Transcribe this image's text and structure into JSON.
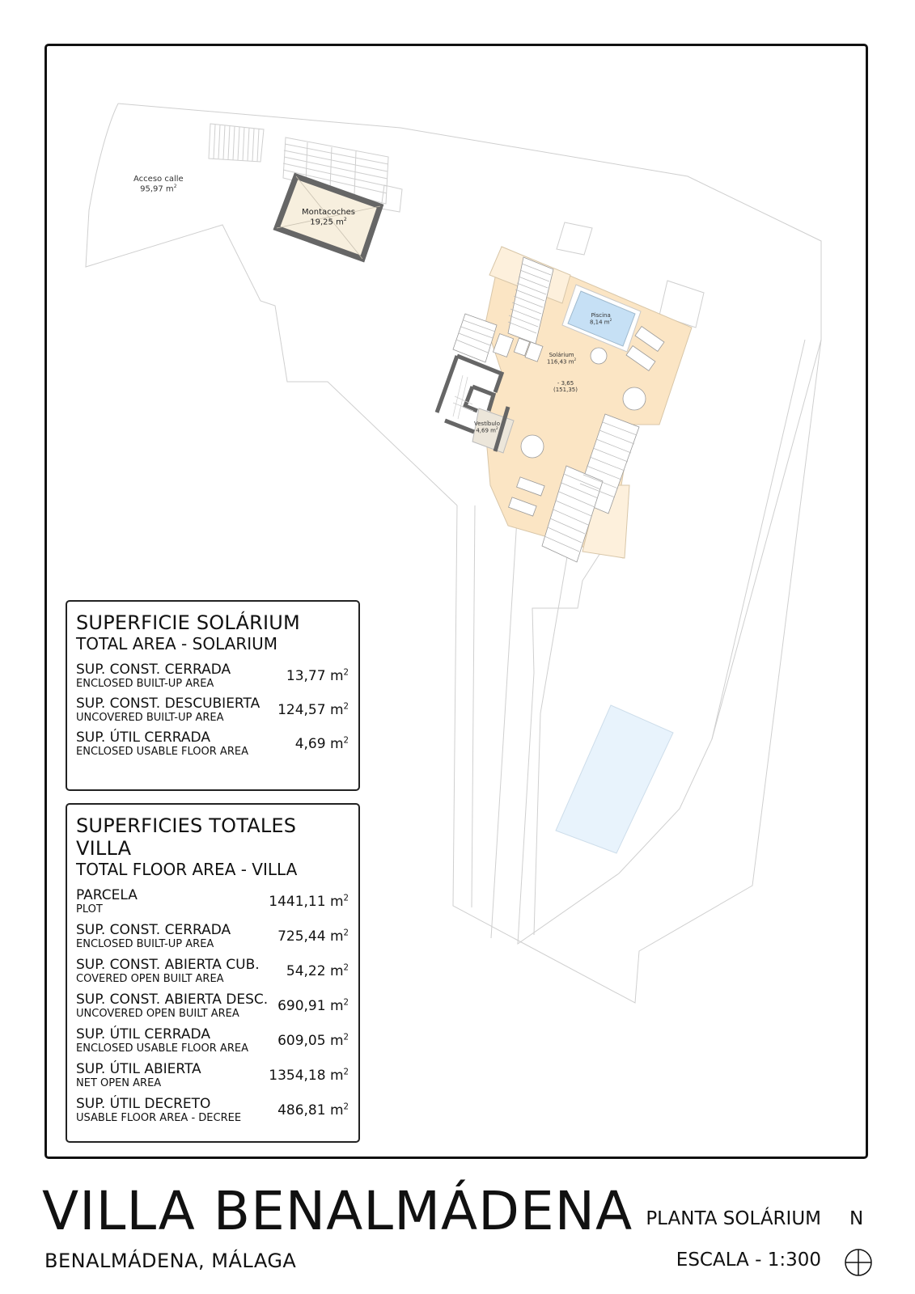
{
  "drawing": {
    "title": "VILLA BENALMÁDENA",
    "location": "BENALMÁDENA, MÁLAGA",
    "plan_name": "PLANTA SOLÁRIUM",
    "scale": "ESCALA - 1:300",
    "north_label": "N",
    "unit": "m",
    "unit_sup": "2"
  },
  "colors": {
    "frame": "#111111",
    "terrace_fill": "#fbe5c4",
    "lift_fill": "#f7efde",
    "pool_fill": "#c6e0f5",
    "lower_pool_fill": "#e8f3fc",
    "wall": "#666666",
    "line": "#cfcfcf"
  },
  "plan_labels": {
    "acceso": {
      "name": "Acceso calle",
      "area": "95,97 m"
    },
    "montacoches": {
      "name": "Montacoches",
      "area": "19,25 m"
    },
    "piscina": {
      "name": "Piscina",
      "area": "8,14 m"
    },
    "solarium": {
      "name": "Solárium",
      "area": "116,43 m"
    },
    "level": {
      "value": "- 3,65",
      "abs": "(151,35)"
    },
    "vestibulo": {
      "name": "Vestíbulo",
      "area": "4,69 m"
    }
  },
  "solarium_table": {
    "title": "SUPERFICIE SOLÁRIUM",
    "subtitle": "TOTAL AREA - SOLARIUM",
    "rows": [
      {
        "es": "SUP. CONST. CERRADA",
        "en": "ENCLOSED BUILT-UP AREA",
        "value": "13,77 m"
      },
      {
        "es": "SUP. CONST. DESCUBIERTA",
        "en": "UNCOVERED BUILT-UP AREA",
        "value": "124,57 m"
      },
      {
        "es": "SUP. ÚTIL CERRADA",
        "en": "ENCLOSED USABLE FLOOR AREA",
        "value": "4,69 m"
      }
    ]
  },
  "villa_table": {
    "title": "SUPERFICIES TOTALES VILLA",
    "subtitle": "TOTAL FLOOR AREA - VILLA",
    "rows": [
      {
        "es": "PARCELA",
        "en": "PLOT",
        "value": "1441,11 m"
      },
      {
        "es": "SUP. CONST. CERRADA",
        "en": "ENCLOSED BUILT-UP AREA",
        "value": "725,44 m"
      },
      {
        "es": "SUP. CONST. ABIERTA CUB.",
        "en": "COVERED OPEN BUILT AREA",
        "value": "54,22 m"
      },
      {
        "es": "SUP. CONST. ABIERTA DESC.",
        "en": "UNCOVERED OPEN BUILT AREA",
        "value": "690,91 m"
      },
      {
        "es": "SUP. ÚTIL CERRADA",
        "en": "ENCLOSED USABLE FLOOR AREA",
        "value": "609,05 m"
      },
      {
        "es": "SUP. ÚTIL ABIERTA",
        "en": "NET OPEN AREA",
        "value": "1354,18 m"
      },
      {
        "es": "SUP. ÚTIL DECRETO",
        "en": "USABLE FLOOR AREA - DECREE",
        "value": "486,81 m"
      }
    ]
  }
}
